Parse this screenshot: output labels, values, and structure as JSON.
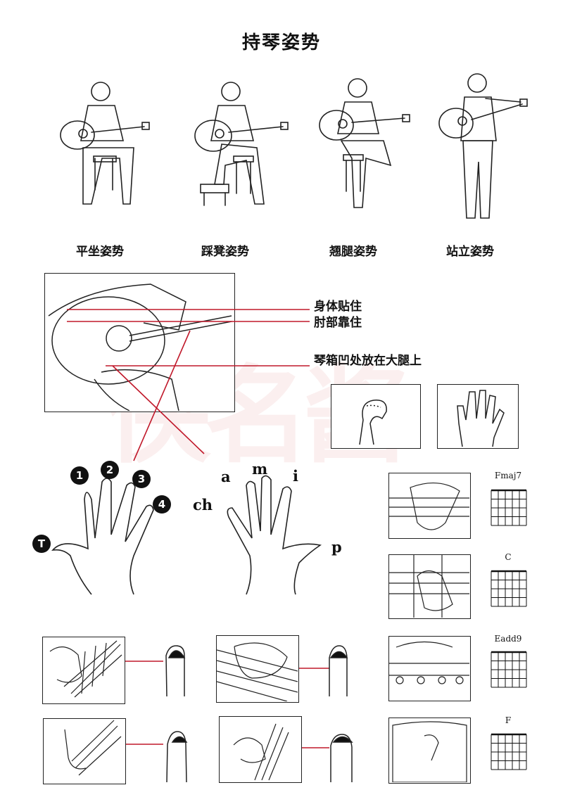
{
  "title": "持琴姿势",
  "poses": [
    {
      "label": "平坐姿势"
    },
    {
      "label": "踩凳姿势"
    },
    {
      "label": "翘腿姿势"
    },
    {
      "label": "站立姿势"
    }
  ],
  "posture_tips": [
    "身体贴住",
    "肘部靠住",
    "琴箱凹处放在大腿上"
  ],
  "left_hand": {
    "fingers": [
      "1",
      "2",
      "3",
      "4",
      "T"
    ]
  },
  "right_hand": {
    "fingers": [
      "ch",
      "a",
      "m",
      "i",
      "p"
    ]
  },
  "chords": [
    {
      "name": "Fmaj7"
    },
    {
      "name": "C"
    },
    {
      "name": "Eadd9"
    },
    {
      "name": "F"
    }
  ],
  "watermark": "侠名酱",
  "colors": {
    "line": "#222222",
    "red_pointer": "#c0182a",
    "badge": "#111111"
  }
}
